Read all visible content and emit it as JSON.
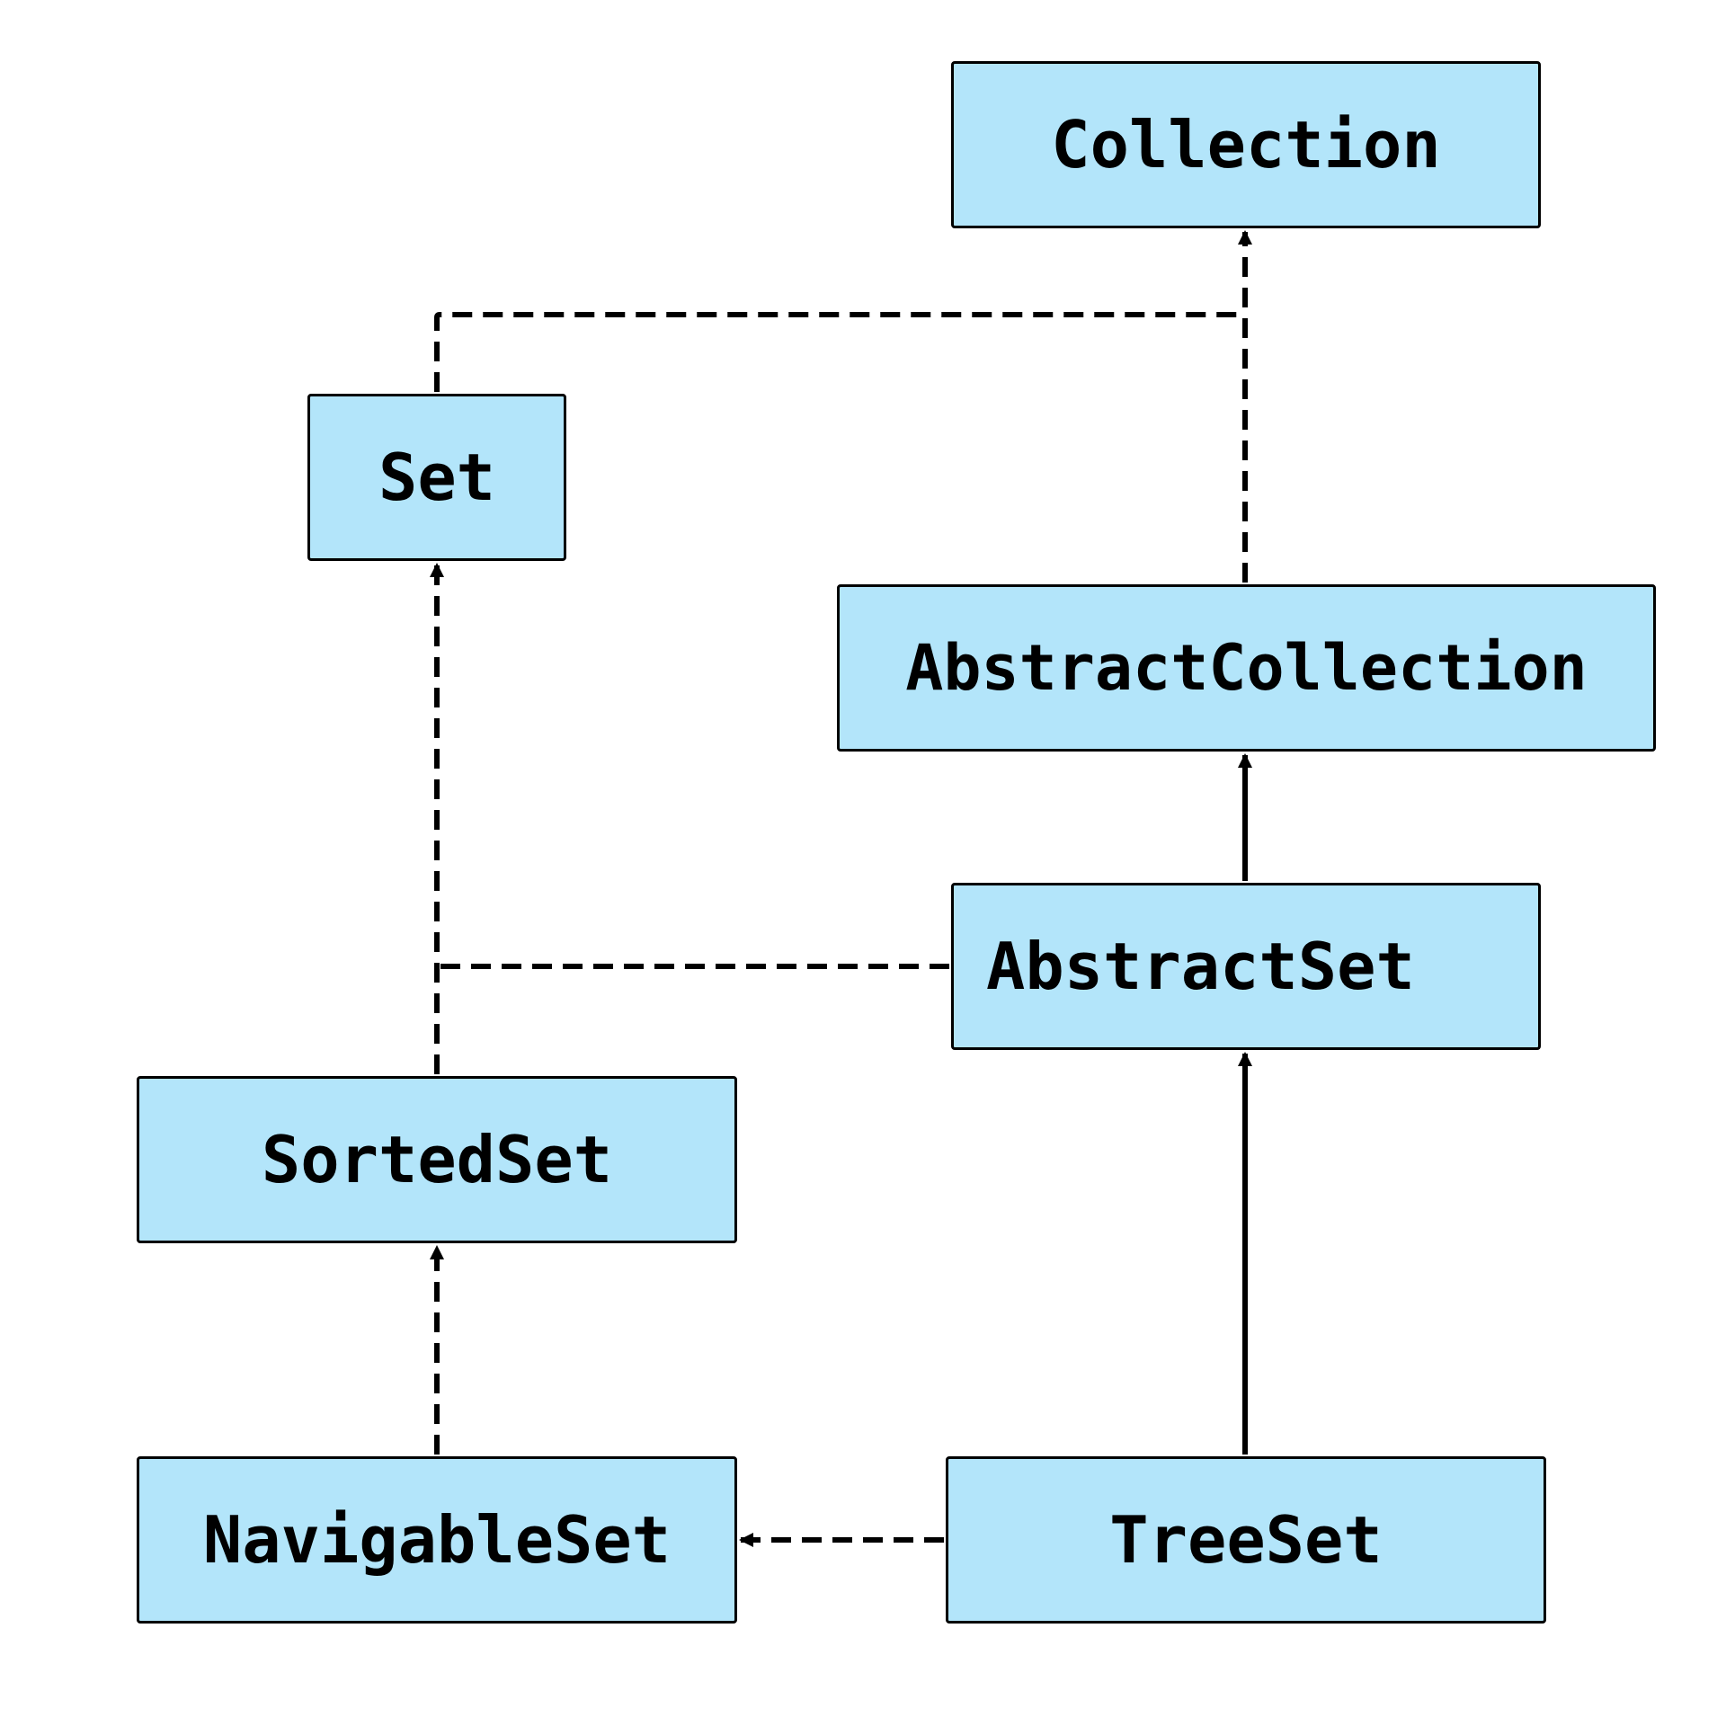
{
  "diagram": {
    "nodes": {
      "collection": "Collection",
      "set": "Set",
      "abstract_collection": "AbstractCollection",
      "abstract_set": "AbstractSet",
      "sorted_set": "SortedSet",
      "navigable_set": "NavigableSet",
      "tree_set": "TreeSet"
    },
    "edges": [
      {
        "from": "set",
        "to": "collection",
        "style": "dashed"
      },
      {
        "from": "abstract_collection",
        "to": "collection",
        "style": "dashed"
      },
      {
        "from": "abstract_set",
        "to": "abstract_collection",
        "style": "solid"
      },
      {
        "from": "abstract_set",
        "to": "set",
        "style": "dashed"
      },
      {
        "from": "sorted_set",
        "to": "set",
        "style": "dashed"
      },
      {
        "from": "navigable_set",
        "to": "sorted_set",
        "style": "dashed"
      },
      {
        "from": "tree_set",
        "to": "abstract_set",
        "style": "solid"
      },
      {
        "from": "tree_set",
        "to": "navigable_set",
        "style": "dashed"
      }
    ],
    "colors": {
      "node_fill": "#b3e5fa",
      "stroke": "#000000",
      "background": "#ffffff"
    }
  }
}
